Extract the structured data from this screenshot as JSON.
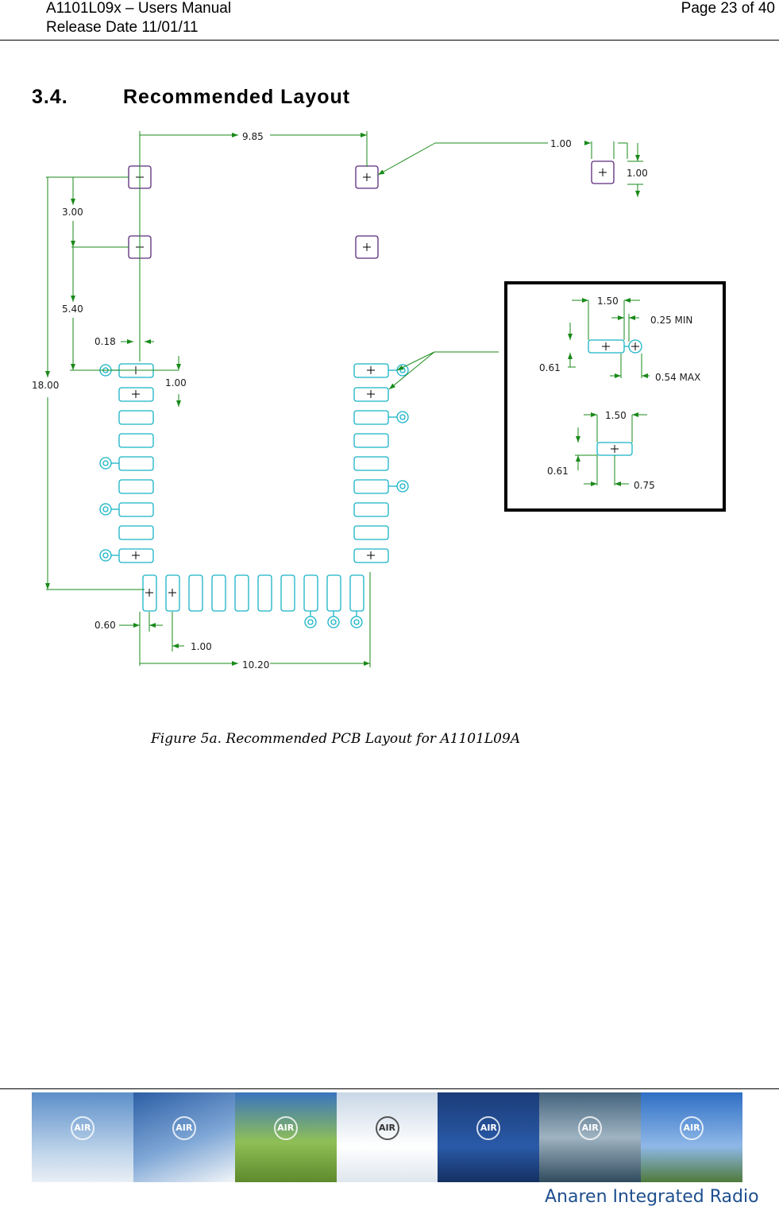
{
  "header": {
    "doc_title": "A1101L09x – Users Manual",
    "release": "Release Date 11/01/11",
    "page": "Page 23 of 40"
  },
  "section": {
    "number": "3.4.",
    "title": "Recommended Layout"
  },
  "figure": {
    "caption": "Figure 5a. Recommended PCB Layout for A1101L09A",
    "dimensions": {
      "top_width": "9.85",
      "pad_size_a": "1.00",
      "pad_size_b": "1.00",
      "vert_1": "3.00",
      "vert_2": "5.40",
      "offset": "0.18",
      "pin_pitch": "1.00",
      "total_height": "18.00",
      "bottom_offset": "0.60",
      "bottom_pitch": "1.00",
      "bottom_width": "10.20",
      "detail_len_1": "1.50",
      "detail_min": "0.25 MIN",
      "detail_h_1": "0.61",
      "detail_max": "0.54 MAX",
      "detail_len_2": "1.50",
      "detail_h_2": "0.61",
      "detail_half": "0.75"
    },
    "colors": {
      "dimension": "#1a8a1a",
      "pad": "#17b3c7",
      "fiducial": "#5a2a7a"
    }
  },
  "footer": {
    "banner_badges": [
      "AIR",
      "AIR",
      "AIR",
      "AIR",
      "AIR",
      "AIR",
      "AIR"
    ],
    "brand": "Anaren Integrated Radio"
  }
}
